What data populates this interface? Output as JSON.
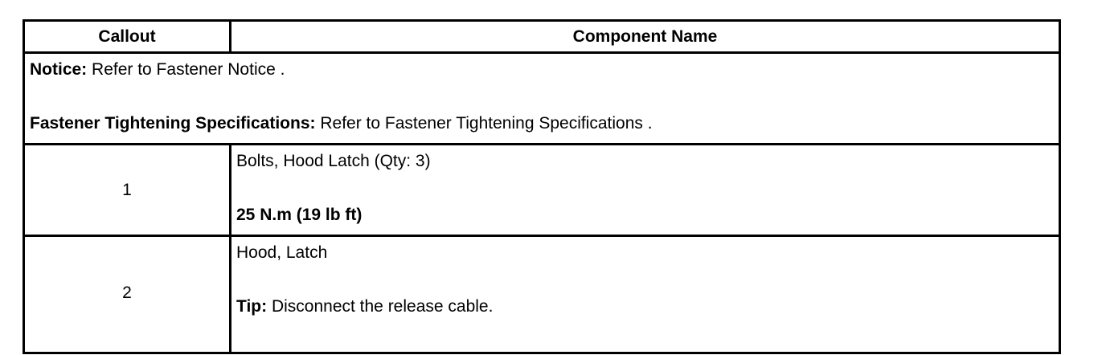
{
  "table": {
    "headers": {
      "callout": "Callout",
      "component": "Component Name"
    },
    "notice": {
      "notice_label": "Notice:",
      "notice_text": " Refer to Fastener Notice .",
      "spec_label": "Fastener Tightening Specifications:",
      "spec_text": " Refer to Fastener Tightening Specifications ."
    },
    "rows": [
      {
        "callout": "1",
        "name": "Bolts, Hood Latch (Qty: 3)",
        "torque": "25 N.m (19 lb ft)"
      },
      {
        "callout": "2",
        "name": "Hood, Latch",
        "tip_label": "Tip:",
        "tip_text": " Disconnect the release cable."
      }
    ]
  }
}
